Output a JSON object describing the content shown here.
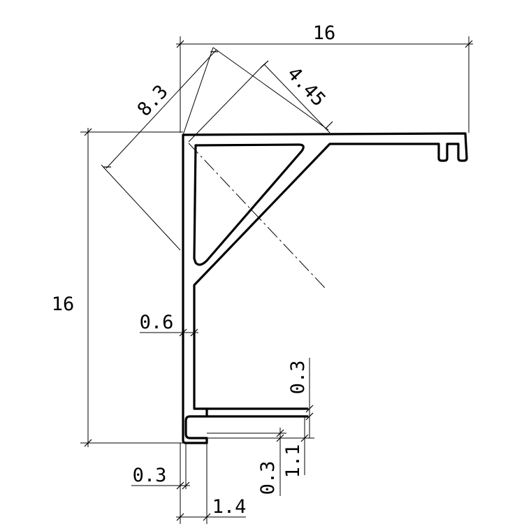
{
  "drawing": {
    "title": "",
    "colors": {
      "line": "#000000",
      "background": "#ffffff"
    },
    "dimensions": {
      "overall_width": "16",
      "overall_height": "16",
      "diagonal_outer": "8.3",
      "diagonal_inner": "4.45",
      "wall_thickness": "0.6",
      "slot_top_gap": "0.3",
      "slot_height": "1.1",
      "slot_bottom_gap": "0.3",
      "lip_thickness": "0.3",
      "lip_width": "1.4"
    }
  }
}
